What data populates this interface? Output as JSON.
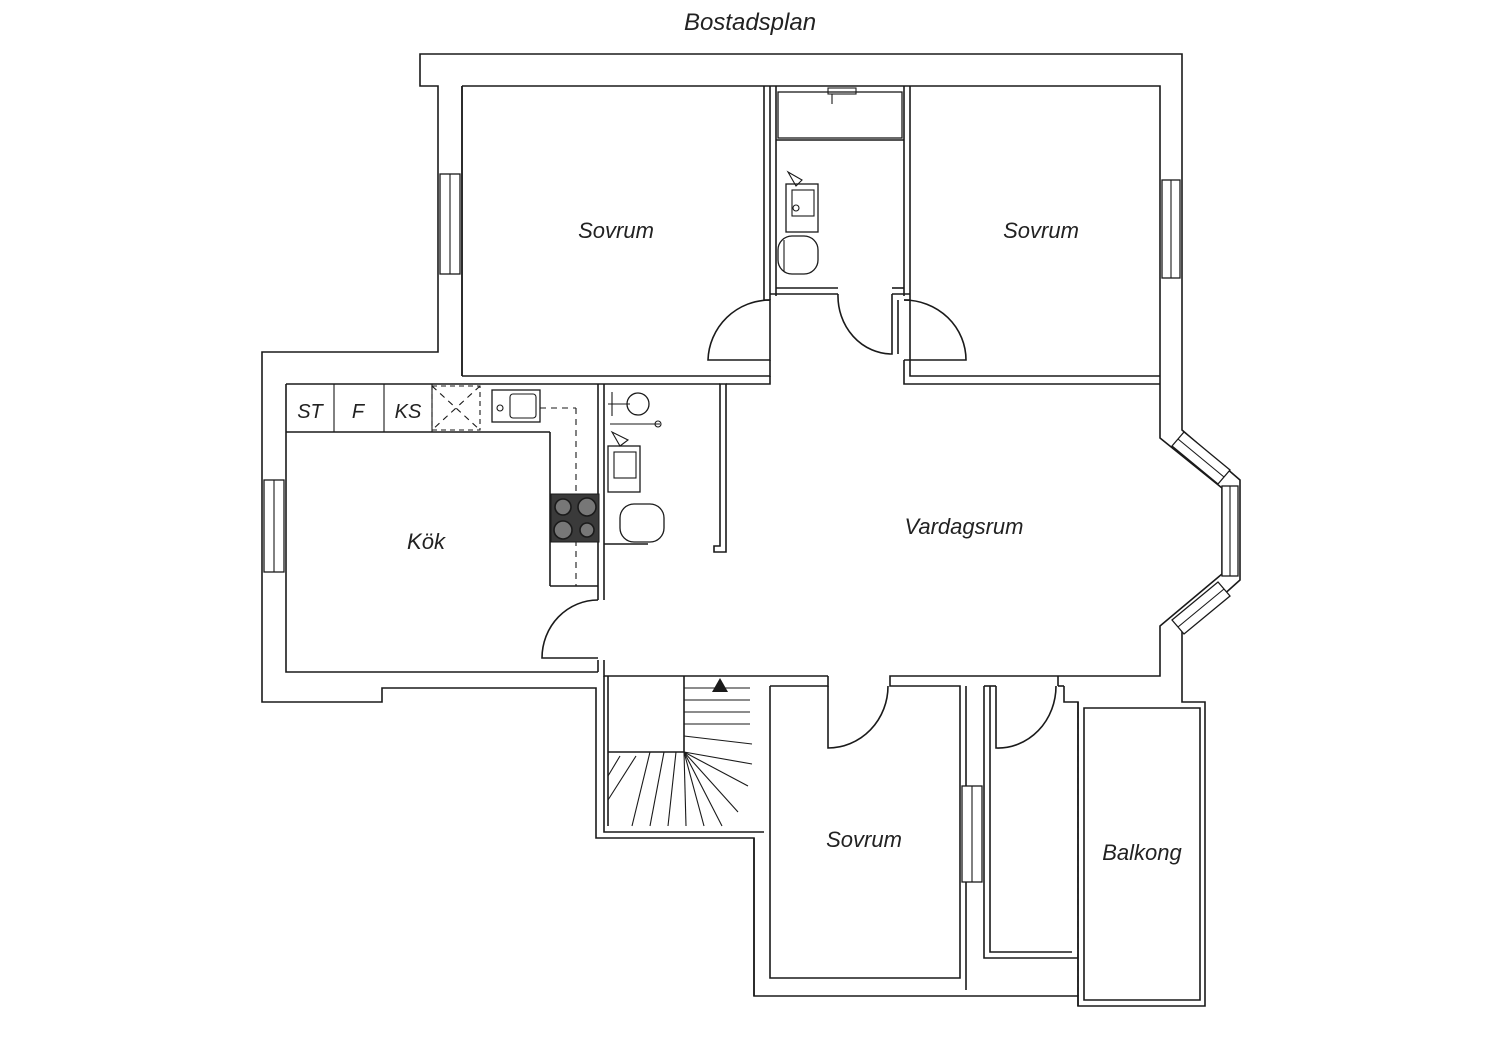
{
  "title": "Bostadsplan",
  "rooms": {
    "bedroom_1": "Sovrum",
    "bedroom_2": "Sovrum",
    "bedroom_3": "Sovrum",
    "kitchen": "Kök",
    "living_room": "Vardagsrum",
    "balcony": "Balkong"
  },
  "appliances": {
    "stove": "ST",
    "fridge": "F",
    "freezer": "KS"
  }
}
